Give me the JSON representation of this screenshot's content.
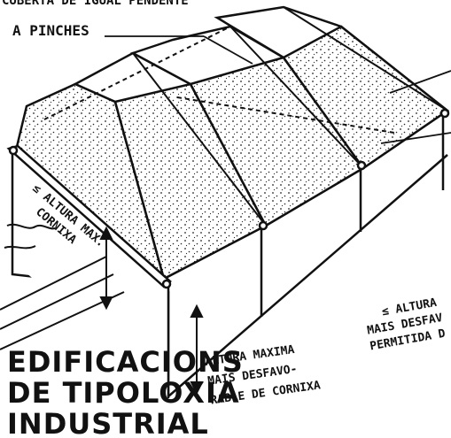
{
  "labels": {
    "top_line1": "CUBERTA DE IGUAL PENDENTE",
    "top_line2": "A PINCHES",
    "cornice_left_1": "≤ ALTURA MAX.",
    "cornice_left_2": "CORNIXA",
    "max_height_1": "ALTURA MAXIMA",
    "max_height_2": "MAIS DESFAVO-",
    "max_height_3": "RABLE DE CORNIXA",
    "right_1": "≤ ALTURA",
    "right_2": "MAIS DESFAV",
    "right_3": "PERMITIDA D"
  },
  "title": {
    "line1": "EDIFICACIONS",
    "line2": "DE TIPOLOXIA",
    "line3": "INDUSTRIAL"
  }
}
